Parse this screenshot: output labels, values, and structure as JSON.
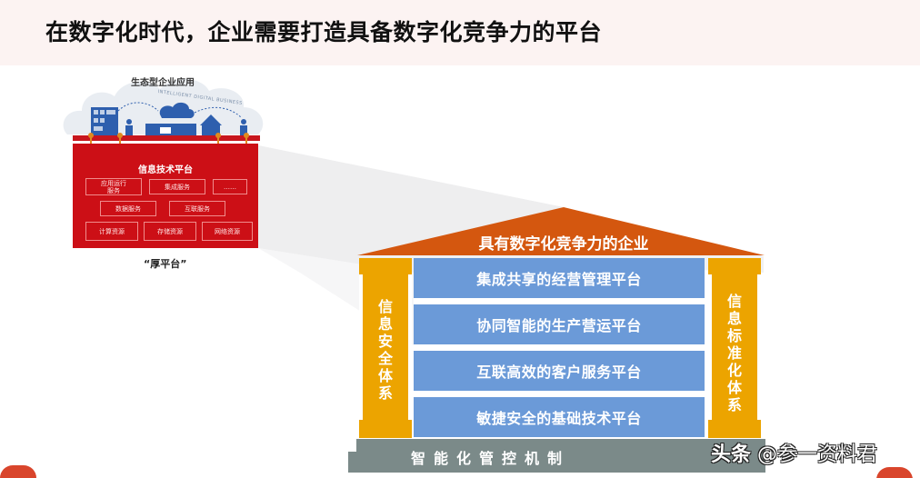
{
  "header": {
    "title": "在数字化时代，企业需要打造具备数字化竞争力的平台"
  },
  "thick_platform": {
    "cloud_title": "生态型企业应用",
    "cloud_subtitle": "INTELLIGENT DIGITAL BUSINESS",
    "platform_title": "信息技术平台",
    "rows": [
      [
        "应用运行\n服务",
        "集成服务",
        "……"
      ],
      [
        "数据服务",
        "互联服务"
      ],
      [
        "计算资源",
        "存储资源",
        "网络资源"
      ]
    ],
    "caption": "“厚平台”"
  },
  "house": {
    "roof_label": "具有数字化竞争力的企业",
    "left_pillar": "信息安全体系",
    "right_pillar": "信息标准化体系",
    "bands": [
      "集成共享的经营管理平台",
      "协同智能的生产营运平台",
      "互联高效的客户服务平台",
      "敏捷安全的基础技术平台"
    ],
    "base_label": "智能化管控机制"
  },
  "watermark": {
    "prefix": "头条",
    "handle": "@参一资料君"
  },
  "colors": {
    "platform_red": "#cc0f16",
    "roof_orange": "#d4570f",
    "pillar_gold": "#eca400",
    "band_blue": "#6b9ad8",
    "base_gray": "#7b8a89",
    "title_bg": "#fcf3f2"
  }
}
